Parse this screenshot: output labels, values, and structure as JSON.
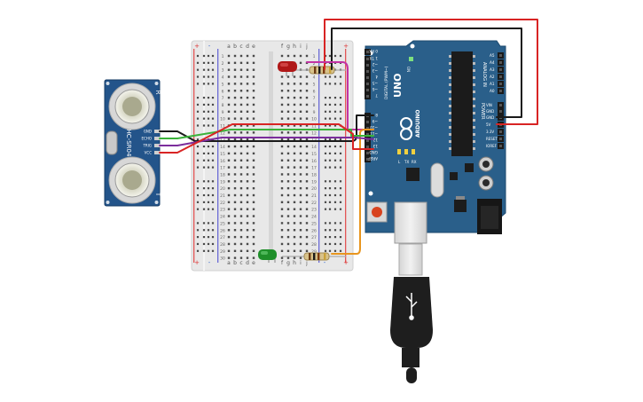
{
  "breadboard": {
    "columns_left": [
      "a",
      "b",
      "c",
      "d",
      "e"
    ],
    "columns_right": [
      "f",
      "g",
      "h",
      "i",
      "j"
    ],
    "rail_plus": "+",
    "rail_minus": "-",
    "row_numbers": [
      "1",
      "2",
      "3",
      "4",
      "5",
      "6",
      "7",
      "8",
      "9",
      "10",
      "11",
      "12",
      "13",
      "14",
      "15",
      "16",
      "17",
      "18",
      "19",
      "20",
      "21",
      "22",
      "23",
      "24",
      "25",
      "26",
      "27",
      "28",
      "29",
      "30"
    ]
  },
  "sensor": {
    "model": "HC-SR04",
    "pins": [
      "GND",
      "ECHO",
      "TRIG",
      "VCC"
    ],
    "corner_left": "T",
    "corner_right": "R"
  },
  "arduino": {
    "brand": "ARDUINO",
    "model": "UNO",
    "digital_label": "DIGITAL (PWM~)",
    "analog_label": "ANALOG IN",
    "power_label": "POWER",
    "on_label": "ON",
    "tx_label": "TX",
    "rx_label": "RX",
    "l_label": "L",
    "digital_pins": [
      "0 RX",
      "1 TX",
      "~2",
      "~3",
      "4",
      "~5",
      "~6",
      "7",
      "8",
      "~9",
      "~10",
      "~11",
      "12",
      "13",
      "GND",
      "AREF"
    ],
    "analog_pins": [
      "A5",
      "A4",
      "A3",
      "A2",
      "A1",
      "A0"
    ],
    "power_pins": [
      "VIN",
      "GND",
      "GND",
      "5V",
      "3.3V",
      "RESET",
      "IOREF"
    ]
  },
  "colors": {
    "board_blue": "#2a5f8a",
    "wire_red": "#d82424",
    "wire_black": "#1a1a1a",
    "wire_green": "#3ab23a",
    "wire_purple": "#7b2d9c",
    "wire_magenta": "#c233a5",
    "wire_orange": "#e8951e",
    "led_red": "#b01818",
    "led_green": "#1f8f2a",
    "breadboard": "#e6e6e6"
  }
}
